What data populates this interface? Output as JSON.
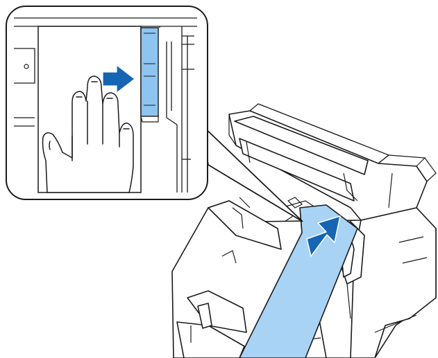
{
  "illustration": {
    "colors": {
      "line": "#1a1a1a",
      "paper": "#a9d3f5",
      "guide": "#8ec4f0",
      "arrow": "#1565b4",
      "background": "#ffffff"
    },
    "icons": [
      "printer-body",
      "paper-roll-strip",
      "insert-arrow-icon",
      "push-arrow-icon",
      "hand-icon",
      "paper-guide",
      "magnified-inset"
    ]
  }
}
